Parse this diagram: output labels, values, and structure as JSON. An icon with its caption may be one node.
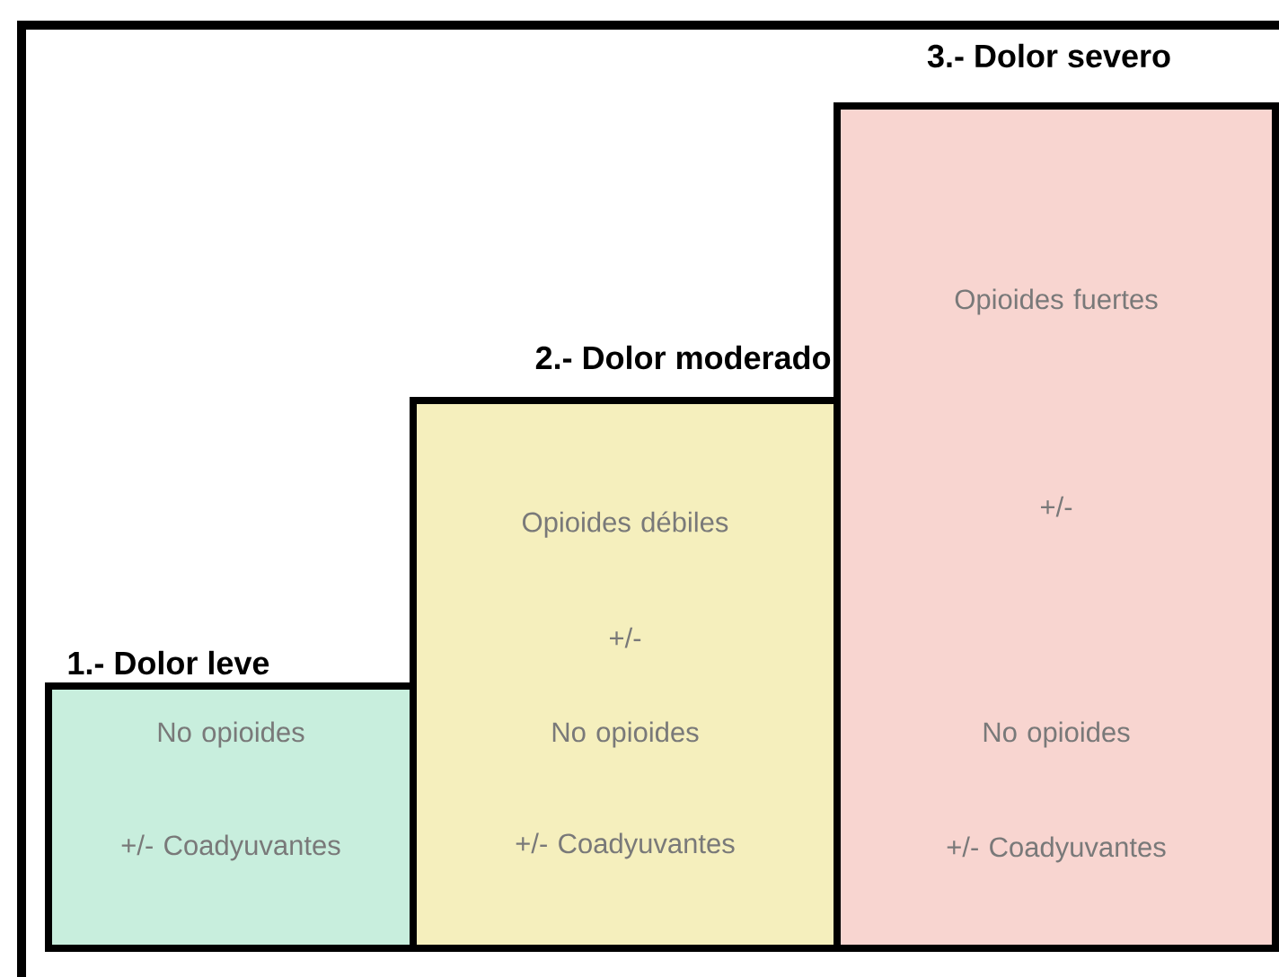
{
  "diagram": {
    "nodes": [
      {
        "text": [
          "1.- Dolor leve",
          "No opioides",
          "+/- Coadyuvantes"
        ]
      },
      {
        "text": [
          "2.- Dolor moderado",
          "Opioides débiles",
          "+/-",
          "No opioides",
          "+/- Coadyuvantes"
        ]
      },
      {
        "text": [
          "3.- Dolor severo",
          "Opioides fuertes",
          "+/-",
          "No opioides",
          "+/- Coadyuvantes"
        ]
      }
    ]
  }
}
